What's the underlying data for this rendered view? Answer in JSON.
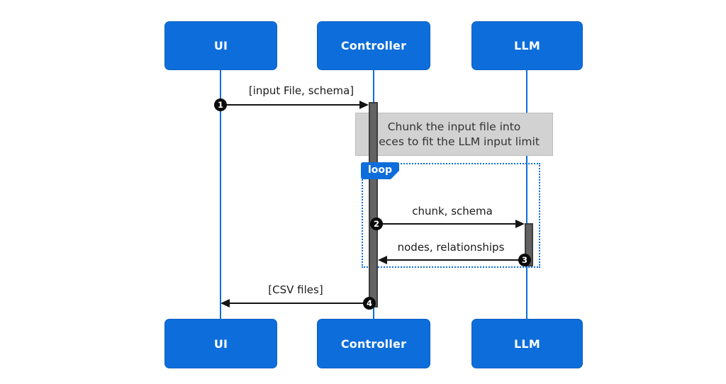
{
  "diagram": {
    "type": "sequence-diagram",
    "participants": [
      {
        "label": "UI"
      },
      {
        "label": "Controller"
      },
      {
        "label": "LLM"
      }
    ],
    "messages": [
      {
        "num": "1",
        "label": "[input File, schema]",
        "from": "UI",
        "to": "Controller"
      },
      {
        "num": "2",
        "label": "chunk, schema",
        "from": "Controller",
        "to": "LLM"
      },
      {
        "num": "3",
        "label": "nodes, relationships",
        "from": "LLM",
        "to": "Controller"
      },
      {
        "num": "4",
        "label": "[CSV files]",
        "from": "Controller",
        "to": "UI"
      }
    ],
    "note": {
      "line1": "Chunk the input file into",
      "line2": "pieces to fit the LLM input limit"
    },
    "loop_label": "loop",
    "colors": {
      "primary_blue": "#0D6EDB",
      "note_bg": "#D2D2D2",
      "note_text": "#333333",
      "activation_gray": "#636363",
      "arrow_black": "#141414"
    }
  }
}
